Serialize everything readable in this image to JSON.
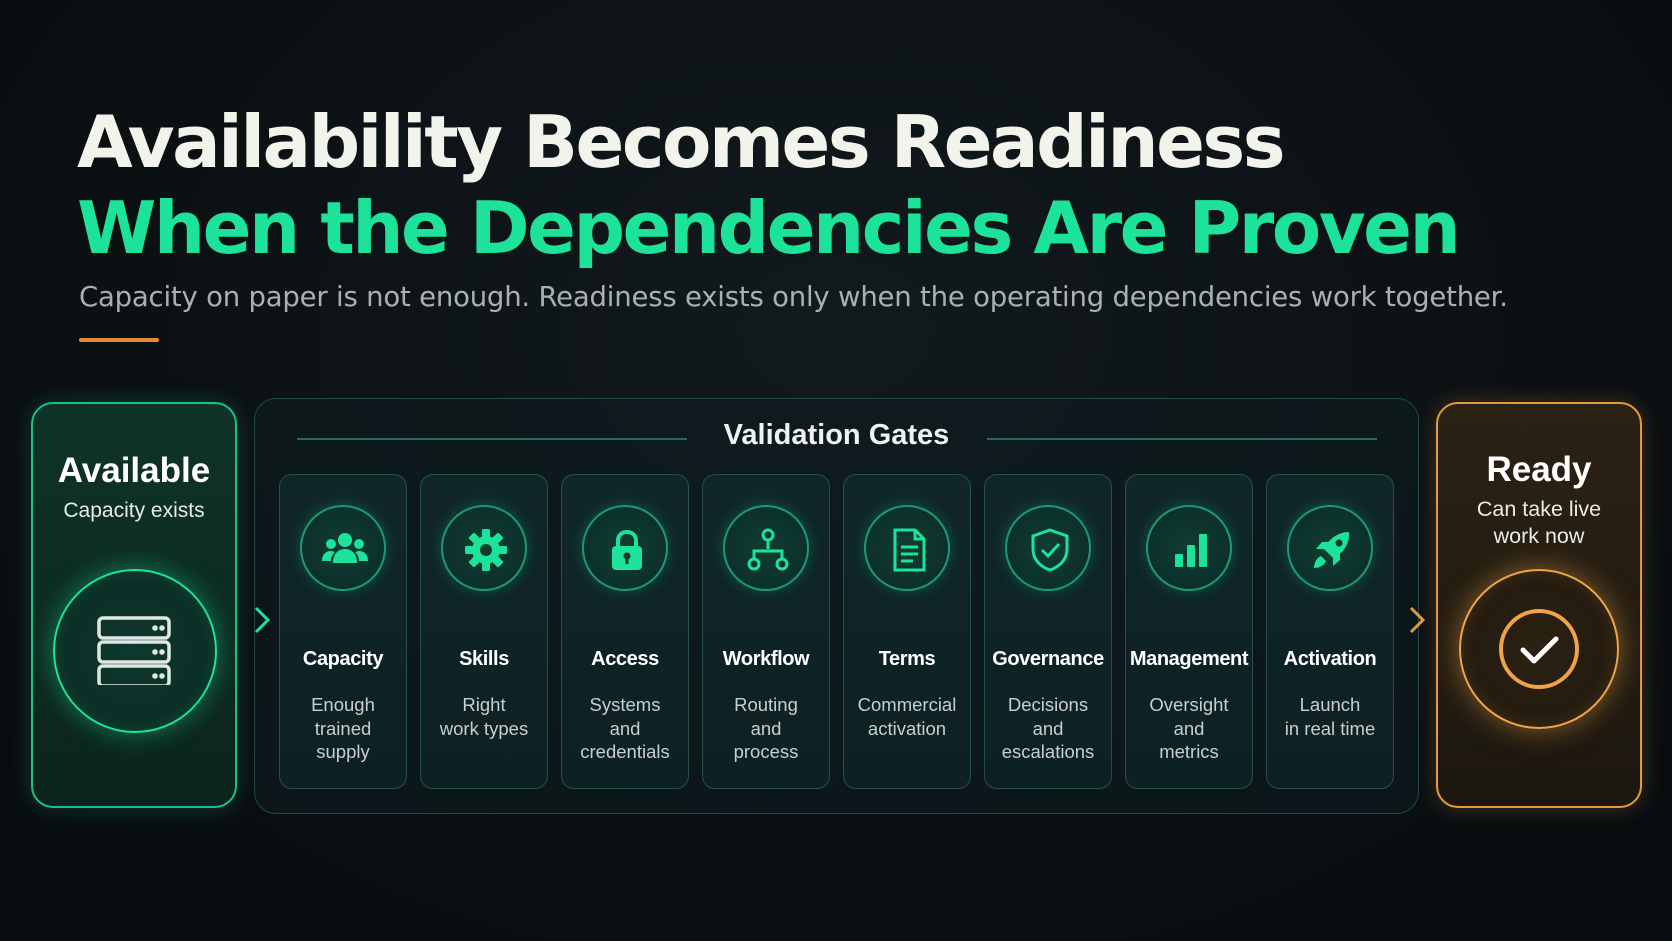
{
  "header": {
    "title_line1": "Availability Becomes Readiness",
    "title_line2": "When the Dependencies Are Proven",
    "subtitle": "Capacity on paper is not enough. Readiness exists only when the operating dependencies work together."
  },
  "available": {
    "title": "Available",
    "subtitle": "Capacity exists",
    "icon": "server-stack-icon"
  },
  "gates": {
    "title": "Validation Gates",
    "items": [
      {
        "label": "Capacity",
        "desc": "Enough\ntrained\nsupply",
        "icon": "people-icon"
      },
      {
        "label": "Skills",
        "desc": "Right\nwork types",
        "icon": "gear-icon"
      },
      {
        "label": "Access",
        "desc": "Systems\nand\ncredentials",
        "icon": "lock-icon"
      },
      {
        "label": "Workflow",
        "desc": "Routing\nand\nprocess",
        "icon": "workflow-icon"
      },
      {
        "label": "Terms",
        "desc": "Commercial\nactivation",
        "icon": "document-icon"
      },
      {
        "label": "Governance",
        "desc": "Decisions\nand\nescalations",
        "icon": "shield-check-icon"
      },
      {
        "label": "Management",
        "desc": "Oversight\nand\nmetrics",
        "icon": "bar-chart-icon"
      },
      {
        "label": "Activation",
        "desc": "Launch\nin real time",
        "icon": "rocket-icon"
      }
    ]
  },
  "ready": {
    "title": "Ready",
    "subtitle": "Can take live\nwork now",
    "icon": "check-circle-icon"
  },
  "colors": {
    "accent_green": "#1de39a",
    "accent_orange": "#e59a3f",
    "background": "#0b1013"
  }
}
